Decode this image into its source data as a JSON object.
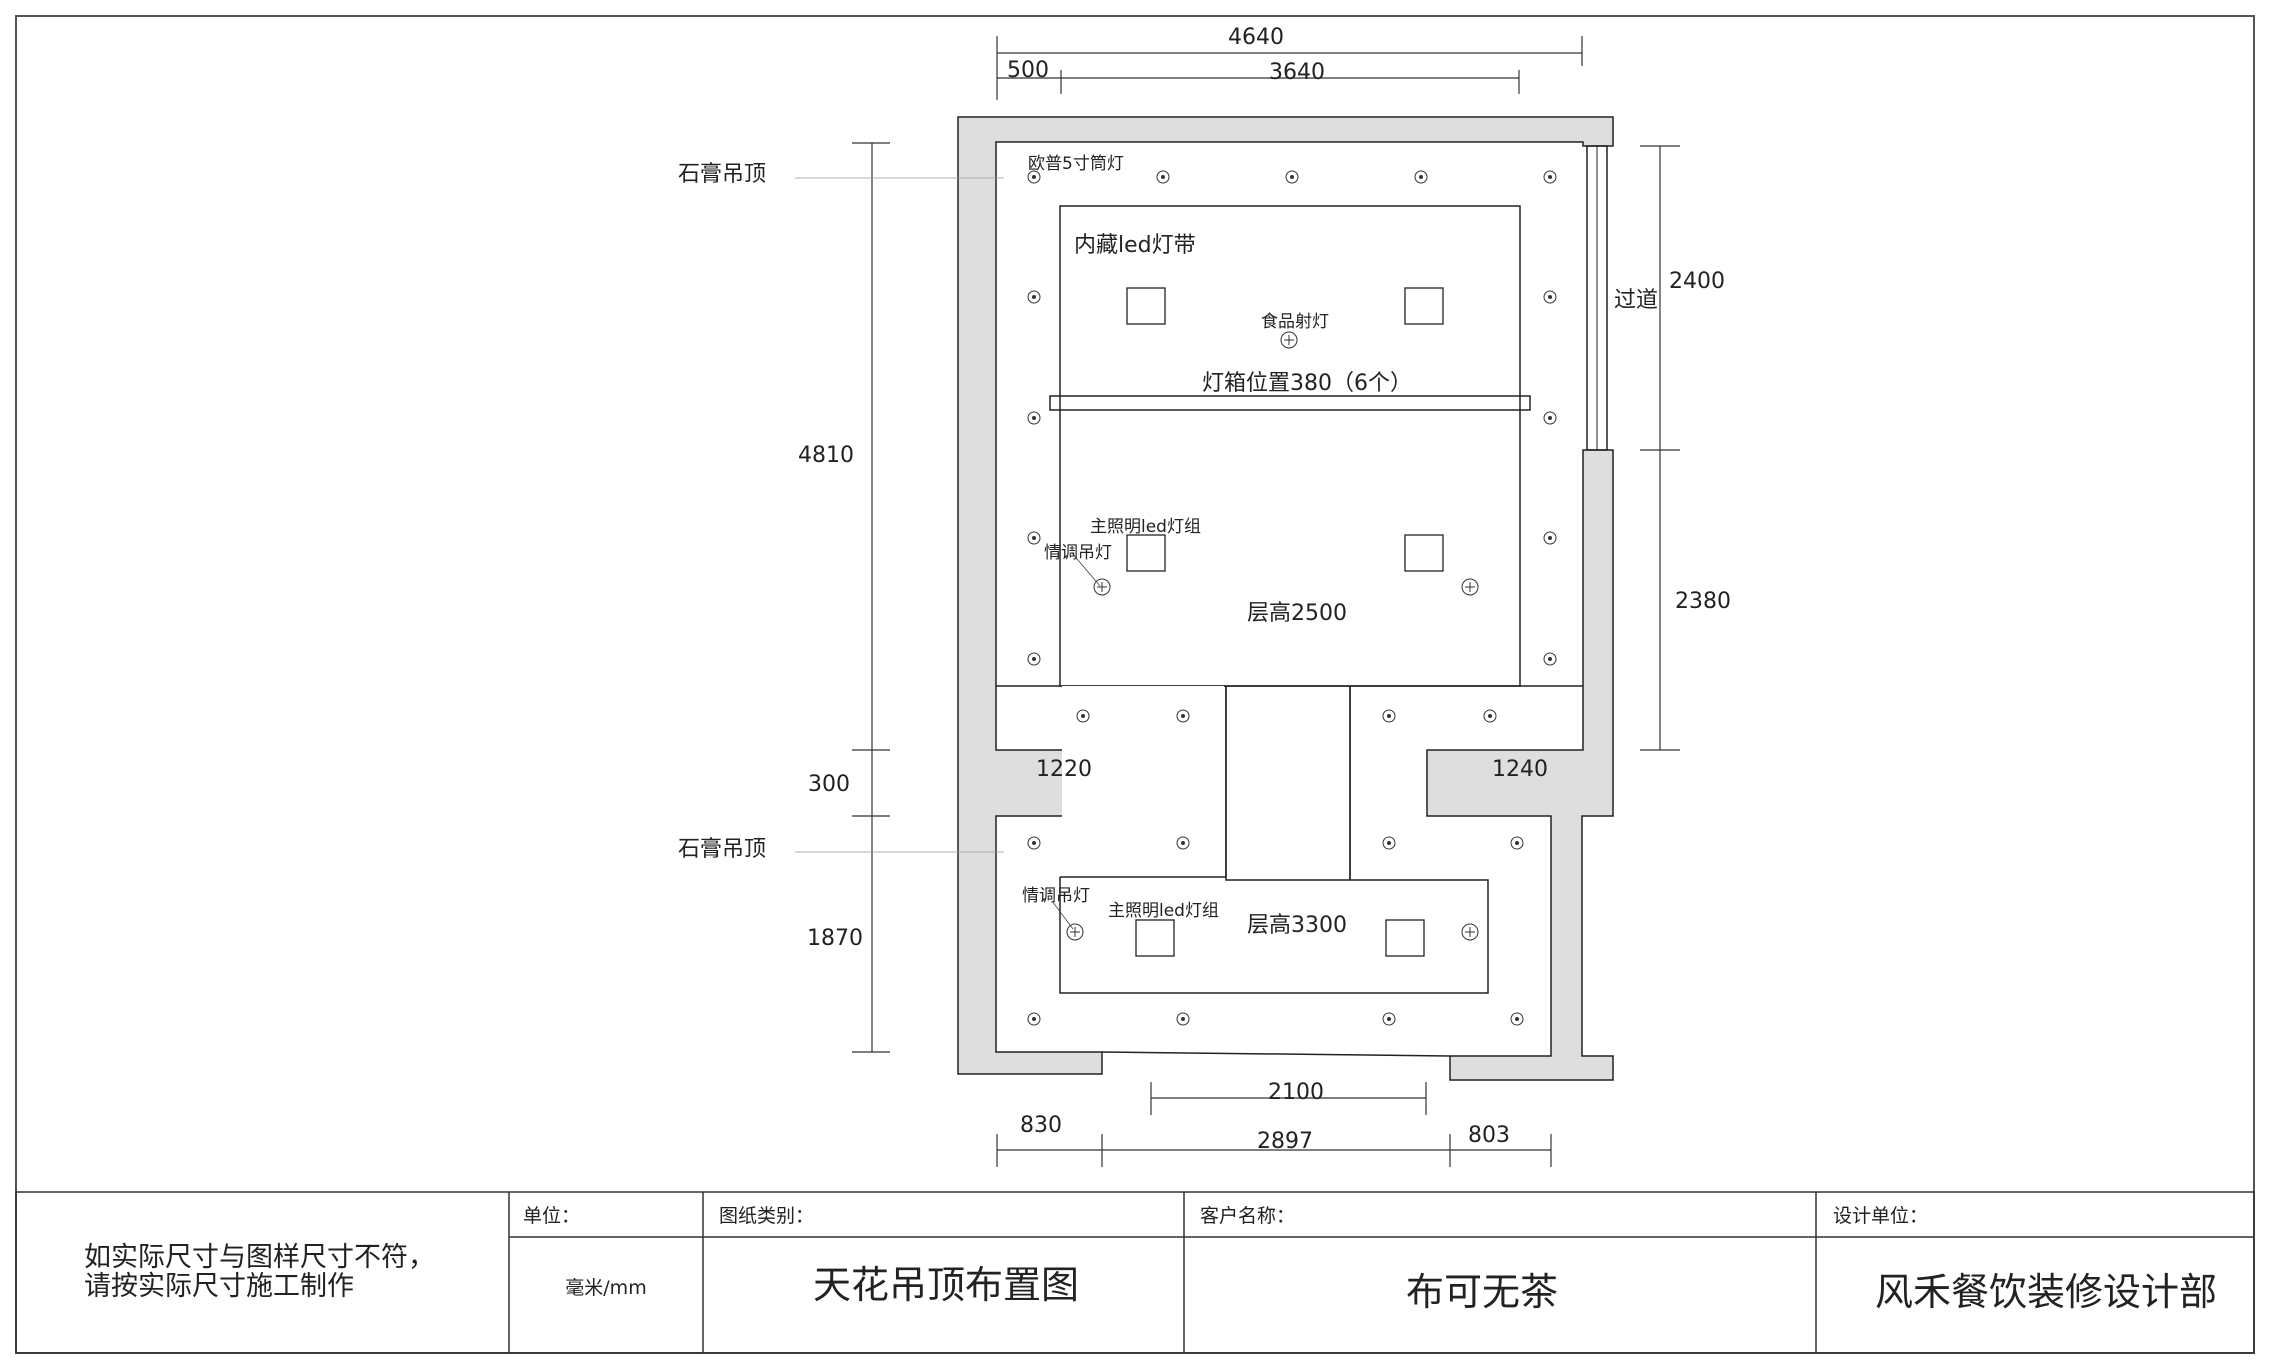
{
  "dimensions": {
    "total_width": "4640",
    "left_offset": "500",
    "inner_width": "3640",
    "left_height": "4810",
    "gap_height": "300",
    "lower_height": "1870",
    "right_upper": "2400",
    "right_lower": "2380",
    "mid_left": "1220",
    "mid_right": "1240",
    "bottom_opening": "2100",
    "bottom_left": "830",
    "bottom_mid": "2897",
    "bottom_right": "803"
  },
  "labels": {
    "gypsum_ceiling_upper": "石膏吊顶",
    "gypsum_ceiling_lower": "石膏吊顶",
    "downlight": "欧普5寸筒灯",
    "hidden_led": "内藏led灯带",
    "food_spotlight": "食品射灯",
    "lightbox": "灯箱位置380（6个）",
    "corridor": "过道",
    "main_led_upper": "主照明led灯组",
    "mood_pendant_upper": "情调吊灯",
    "floor_height_upper": "层高2500",
    "main_led_lower": "主照明led灯组",
    "mood_pendant_lower": "情调吊灯",
    "floor_height_lower": "层高3300"
  },
  "title_block": {
    "note_line1": "如实际尺寸与图样尺寸不符，",
    "note_line2": "请按实际尺寸施工制作",
    "unit_label": "单位：",
    "unit_value": "毫米/mm",
    "drawing_type_label": "图纸类别：",
    "drawing_type_value": "天花吊顶布置图",
    "client_label": "客户名称：",
    "client_value": "布可无茶",
    "designer_label": "设计单位：",
    "designer_value": "风禾餐饮装修设计部"
  }
}
